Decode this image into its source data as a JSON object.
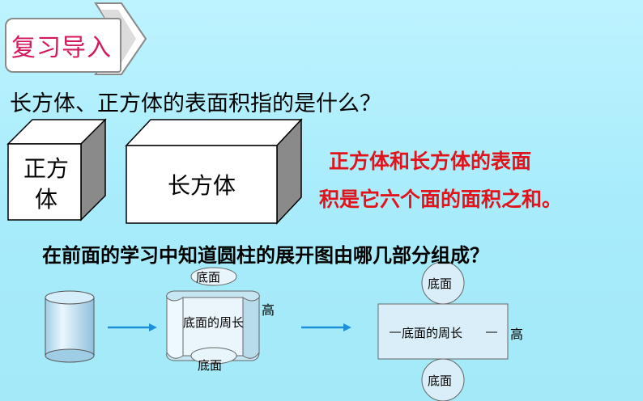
{
  "banner": {
    "title": "复习导入"
  },
  "question1": "长方体、正方体的表面积指的是什么？",
  "cube": {
    "label_line1": "正方",
    "label_line2": "体"
  },
  "cuboid": {
    "label": "长方体"
  },
  "answer": {
    "line1": "正方体和长方体的表面",
    "line2": "积是它六个面的面积之和。"
  },
  "question2": "在前面的学习中知道圆柱的展开图由哪几部分组成？",
  "unrolled": {
    "top_label": "底面",
    "side_label": "底面的周长",
    "height_label": "高",
    "bottom_label": "底面"
  },
  "net": {
    "top_label": "底面",
    "length_label": "底面的周长",
    "height_label": "高",
    "bottom_label": "底面"
  },
  "colors": {
    "banner_text": "#d4185e",
    "answer_text": "#e1141c",
    "arrow": "#1c8fd8"
  }
}
